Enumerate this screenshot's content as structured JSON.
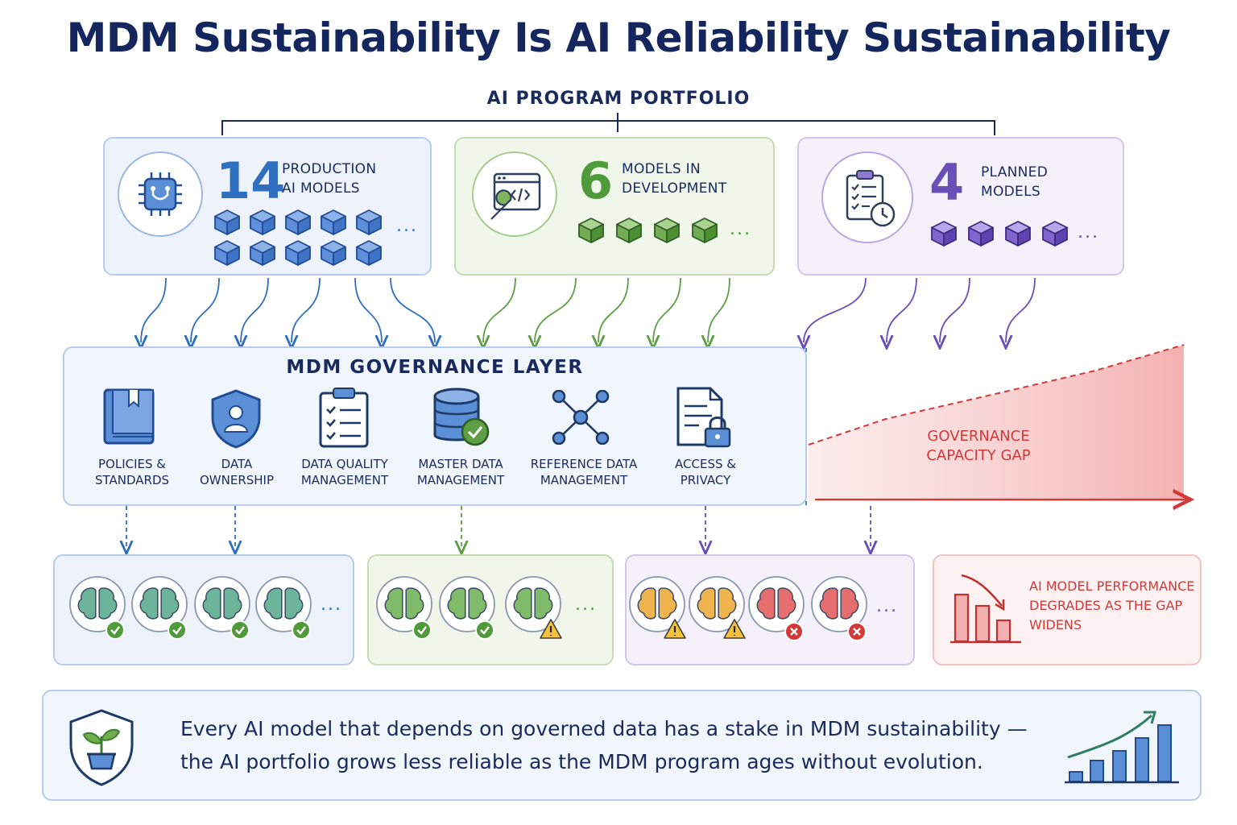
{
  "title": "MDM Sustainability Is AI Reliability Sustainability",
  "portfolio_label": "AI PROGRAM PORTFOLIO",
  "portfolio": {
    "production": {
      "count": "14",
      "label_line1": "PRODUCTION",
      "label_line2": "AI MODELS",
      "icon": "chip-icon",
      "color": "#2f6fc0"
    },
    "development": {
      "count": "6",
      "label_line1": "MODELS IN",
      "label_line2": "DEVELOPMENT",
      "icon": "code-wrench-icon",
      "color": "#4f9a3a"
    },
    "planned": {
      "count": "4",
      "label_line1": "PLANNED",
      "label_line2": "MODELS",
      "icon": "clipboard-clock-icon",
      "color": "#6a4fb8"
    }
  },
  "ellipsis": "...",
  "governance": {
    "title": "MDM GOVERNANCE LAYER",
    "items": [
      {
        "line1": "POLICIES &",
        "line2": "STANDARDS",
        "icon": "book-icon"
      },
      {
        "line1": "DATA",
        "line2": "OWNERSHIP",
        "icon": "shield-user-icon"
      },
      {
        "line1": "DATA QUALITY",
        "line2": "MANAGEMENT",
        "icon": "checklist-icon"
      },
      {
        "line1": "MASTER DATA",
        "line2": "MANAGEMENT",
        "icon": "database-check-icon"
      },
      {
        "line1": "REFERENCE DATA",
        "line2": "MANAGEMENT",
        "icon": "network-icon"
      },
      {
        "line1": "ACCESS &",
        "line2": "PRIVACY",
        "icon": "document-lock-icon"
      }
    ],
    "gap_line1": "GOVERNANCE",
    "gap_line2": "CAPACITY GAP"
  },
  "performance": {
    "line1": "AI MODEL PERFORMANCE",
    "line2": "DEGRADES AS THE GAP",
    "line3": "WIDENS"
  },
  "footer": {
    "line1": "Every AI model that depends on governed data has a stake in MDM sustainability —",
    "line2": "the AI portfolio grows less reliable as the MDM program ages without evolution."
  },
  "colors": {
    "blue": "#2f6fc0",
    "green": "#4f9a3a",
    "purple": "#6a4fb8",
    "red": "#d23a3a",
    "navy": "#13265e"
  }
}
